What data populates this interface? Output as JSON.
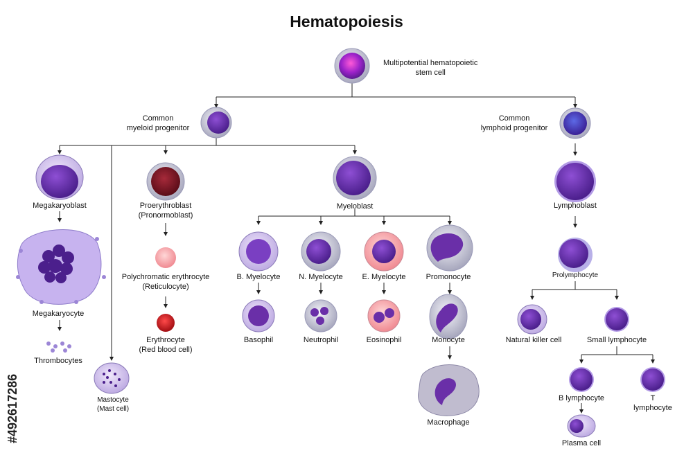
{
  "title": "Hematopoiesis",
  "watermark_id": "#492617286",
  "cells": {
    "stem": "Multipotential hematopoietic\nstem cell",
    "myeloid": "Common\nmyeloid progenitor",
    "lymphoid": "Common\nlymphoid progenitor",
    "megakaryoblast": "Megakaryoblast",
    "megakaryocyte": "Megakaryocyte",
    "thrombocytes": "Thrombocytes",
    "mastocyte": "Mastocyte\n(Mast cell)",
    "proerythroblast": "Proerythroblast\n(Pronormoblast)",
    "polychromatic": "Polychromatic erythrocyte\n(Reticulocyte)",
    "erythrocyte": "Erythrocyte\n(Red blood cell)",
    "myeloblast": "Myeloblast",
    "b_myelocyte": "B. Myelocyte",
    "n_myelocyte": "N. Myelocyte",
    "e_myelocyte": "E. Myelocyte",
    "promonocyte": "Promonocyte",
    "basophil": "Basophil",
    "neutrophil": "Neutrophil",
    "eosinophil": "Eosinophil",
    "monocyte": "Monocyte",
    "macrophage": "Macrophage",
    "lymphoblast": "Lymphoblast",
    "prolymphocyte": "Prolymphocyte",
    "nk_cell": "Natural killer cell",
    "small_lymphocyte": "Small lymphocyte",
    "b_lymphocyte": "B lymphocyte",
    "t_lymphocyte": "T lymphocyte",
    "plasma_cell": "Plasma cell"
  },
  "colors": {
    "nucleus_purple": "#6a2fa8",
    "cytoplasm_lavender": "#c9b6ea",
    "membrane_grey": "#a9a9c8",
    "red": "#c4161c",
    "dark_red": "#7a1020",
    "line": "#222222"
  }
}
